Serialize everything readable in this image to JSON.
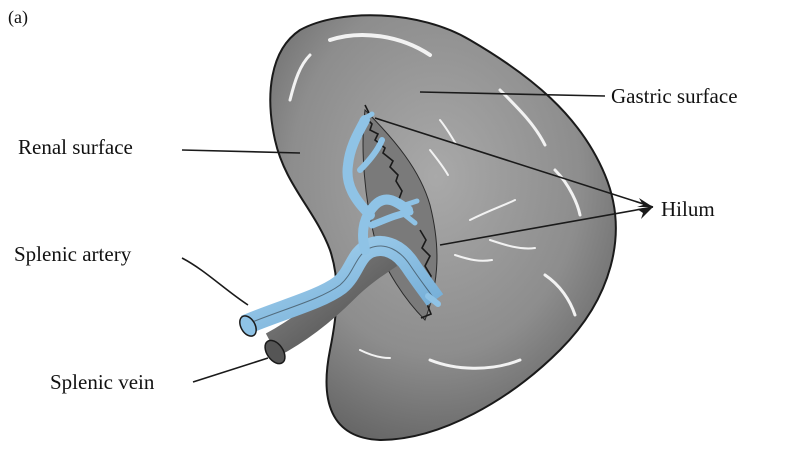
{
  "figure": {
    "panel_label": "(a)",
    "labels": {
      "gastric_surface": "Gastric surface",
      "renal_surface": "Renal surface",
      "hilum": "Hilum",
      "splenic_artery": "Splenic artery",
      "splenic_vein": "Splenic vein"
    },
    "colors": {
      "organ_fill": "#8d8d8d",
      "organ_shadow": "#5e5e5e",
      "highlight": "#f2f2f2",
      "artery": "#8fc3e6",
      "vein": "#6e6e6e",
      "line": "#1a1a1a"
    }
  }
}
